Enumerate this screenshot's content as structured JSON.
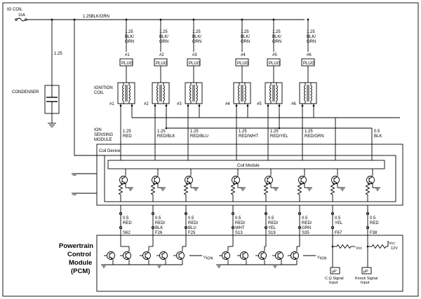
{
  "top": {
    "ig_coil": "IG COIL",
    "fuse": "15A",
    "main_wire": "1.25BLK/ORN"
  },
  "condenser": {
    "label": "CONDENSER",
    "wire": "1.25"
  },
  "ignition_coil_label": [
    "IGNITION",
    "COIL"
  ],
  "ion_label": [
    "ION",
    "SENSING",
    "MODULE"
  ],
  "coils": [
    {
      "n": "#1",
      "w1": "1.25",
      "w2": "BLK/",
      "w3": "ORN",
      "plug_num": "#1",
      "plug": "PLUG",
      "out1": "1.25",
      "out2": "RED",
      "pcm1": "0.5",
      "pcm2": "RED",
      "pcm3": "",
      "pin": "S62"
    },
    {
      "n": "#2",
      "w1": "1.25",
      "w2": "BLK/",
      "w3": "ORN",
      "plug_num": "#2",
      "plug": "PLUG",
      "out1": "1.25",
      "out2": "RED/BLK",
      "pcm1": "0.5",
      "pcm2": "RED/",
      "pcm3": "BLK",
      "pin": "F26"
    },
    {
      "n": "#3",
      "w1": "1.25",
      "w2": "BLK/",
      "w3": "ORN",
      "plug_num": "#3",
      "plug": "PLUG",
      "out1": "1.25",
      "out2": "RED/BLU",
      "pcm1": "0.5",
      "pcm2": "RED/",
      "pcm3": "BLU",
      "pin": "F25"
    },
    {
      "n": "#4",
      "w1": "1.25",
      "w2": "BLK/",
      "w3": "ORN",
      "plug_num": "#4",
      "plug": "PLUG",
      "out1": "1.25",
      "out2": "RED/WHT",
      "pcm1": "0.5",
      "pcm2": "RED/",
      "pcm3": "WHT",
      "pin": "S13"
    },
    {
      "n": "#5",
      "w1": "1.25",
      "w2": "BLK/",
      "w3": "ORN",
      "plug_num": "#5",
      "plug": "PLUG",
      "out1": "1.25",
      "out2": "RED/YEL",
      "pcm1": "0.5",
      "pcm2": "RED/",
      "pcm3": "YEL",
      "pin": "S19"
    },
    {
      "n": "#6",
      "w1": "1.25",
      "w2": "BLK/",
      "w3": "ORN",
      "plug_num": "#6",
      "plug": "PLUG",
      "out1": "1.25",
      "out2": "RED/GRN",
      "pcm1": "0.5",
      "pcm2": "RED/",
      "pcm3": "GRN",
      "pin": "S35"
    }
  ],
  "extra": [
    {
      "out1": "0.5",
      "out2": "BLK",
      "pcm1": "0.5",
      "pcm2": "YEL",
      "pin": "F67"
    },
    {
      "pcm1": "0.5",
      "pcm2": "RED",
      "pin": "F38"
    }
  ],
  "coil_device": "Coil Device",
  "coil_module": "Coil Module",
  "pcm_label": [
    "Powertrain",
    "Control",
    "Module",
    "(PCM)"
  ],
  "vign": "V",
  "vign_sub": "IGN",
  "vcc": "Vcc",
  "vcc_volt": "12V",
  "mu_p": "μP",
  "cq_label": [
    "C.Q Signal",
    "Input"
  ],
  "knock_label": [
    "Knock Signal",
    "Input"
  ]
}
